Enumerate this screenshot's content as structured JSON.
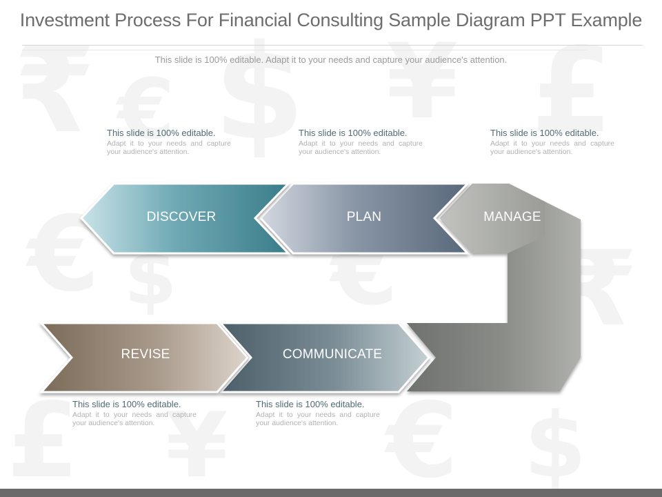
{
  "slide": {
    "title": "Investment Process For Financial Consulting Sample Diagram PPT Example",
    "subtitle": "This slide is 100% editable. Adapt it to your needs and capture your audience's attention."
  },
  "stages": [
    {
      "id": "discover",
      "label": "DISCOVER",
      "color": "#4c8e9a"
    },
    {
      "id": "plan",
      "label": "PLAN",
      "color": "#69788b"
    },
    {
      "id": "manage",
      "label": "MANAGE",
      "color": "#9a9a95"
    },
    {
      "id": "communicate",
      "label": "COMMUNICATE",
      "color": "#5f717a"
    },
    {
      "id": "revise",
      "label": "REVISE",
      "color": "#9a8a78"
    }
  ],
  "notes": [
    {
      "heading": "This slide is 100% editable.",
      "body": "Adapt it to your needs and capture your audience's attention."
    },
    {
      "heading": "This slide is 100% editable.",
      "body": "Adapt it to your needs and capture your audience's attention."
    },
    {
      "heading": "This slide is 100% editable.",
      "body": "Adapt it to your needs and capture your audience's attention."
    },
    {
      "heading": "This slide is 100% editable.",
      "body": "Adapt it to your needs and capture your audience's attention."
    },
    {
      "heading": "This slide is 100% editable.",
      "body": "Adapt it to your needs and capture your audience's attention."
    }
  ]
}
